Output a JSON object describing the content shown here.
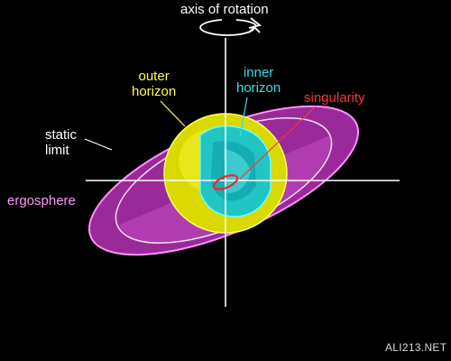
{
  "labels": {
    "axis_of_rotation": "axis of rotation",
    "outer_horizon": "outer\nhorizon",
    "inner_horizon": "inner\nhorizon",
    "singularity": "singularity",
    "static_limit": "static\nlimit",
    "ergosphere": "ergosphere"
  },
  "watermark": "ALI213.NET",
  "colors": {
    "background": "#000000",
    "ergosphere": "#aa33aa",
    "ergosphere_light": "#c855c8",
    "ergosphere_outline": "#ff88ff",
    "outer_horizon": "#e6e600",
    "inner_horizon": "#22cccc",
    "singularity": "#ff2222",
    "axis": "#ffffff",
    "static_limit_line": "#ffffff"
  },
  "icons": {
    "rotation": "rotation-arrow-icon"
  }
}
